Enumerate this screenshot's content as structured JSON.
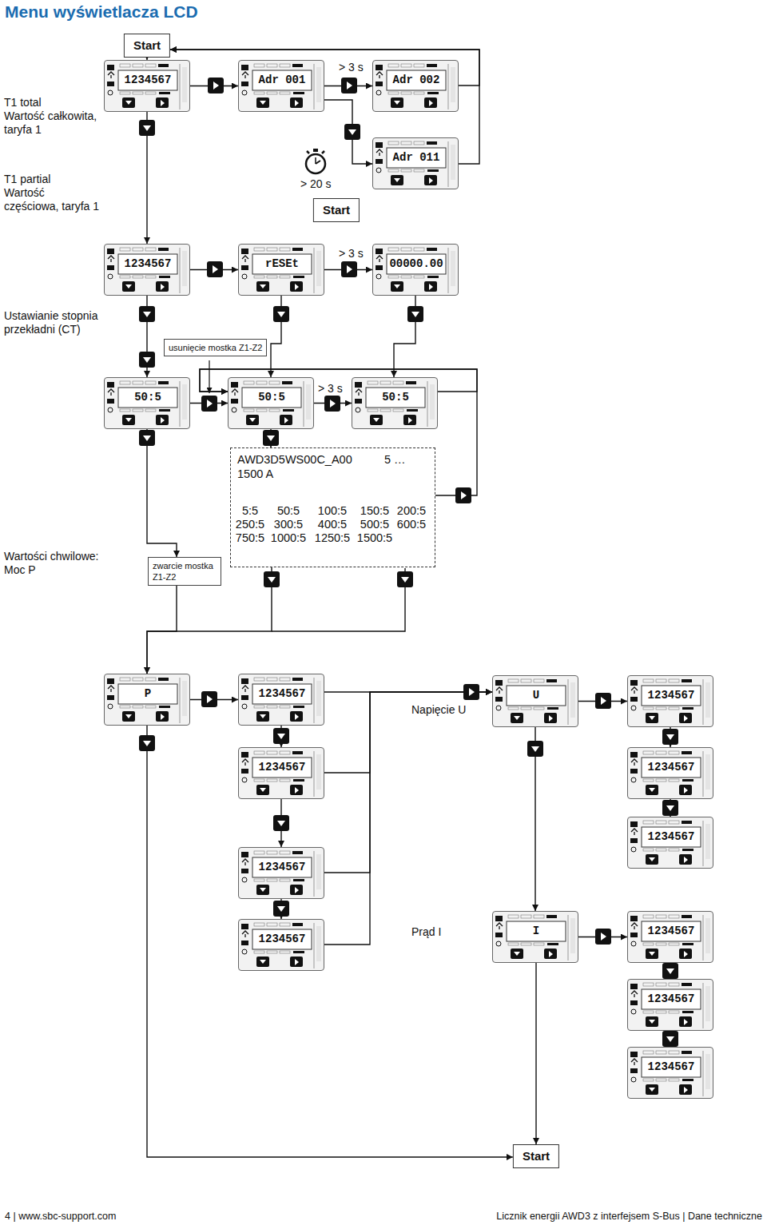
{
  "diagram": {
    "title": "Menu wyświetlacza LCD",
    "nodes": [
      {
        "text": [
          "Start"
        ]
      },
      {
        "text": [
          "1234567"
        ]
      },
      {
        "text": [
          "Adr 001"
        ]
      },
      {
        "text": [
          "Adr 002"
        ]
      },
      {
        "text": [
          "Adr 011"
        ]
      },
      {
        "text": [
          "Start"
        ]
      },
      {
        "text": [
          "1234567"
        ]
      },
      {
        "text": [
          "rESEt"
        ]
      },
      {
        "text": [
          "00000.00"
        ]
      },
      {
        "text": [
          "usunięcie mostka Z1-Z2"
        ]
      },
      {
        "text": [
          "50:5"
        ]
      },
      {
        "text": [
          "50:5"
        ]
      },
      {
        "text": [
          "50:5"
        ]
      },
      {
        "text": [
          "AWD3D5WS00C_A00",
          "5 …",
          "1500 A",
          "5:5",
          "50:5",
          "100:5",
          "150:5",
          "200:5",
          "250:5",
          "300:5",
          "400:5",
          "500:5",
          "600:5",
          "750:5",
          "1000:5",
          "1250:5",
          "1500:5"
        ]
      },
      {
        "text": [
          "zwarcie mostka Z1-Z2"
        ]
      },
      {
        "text": [
          "P"
        ]
      },
      {
        "text": [
          "1234567"
        ]
      },
      {
        "text": [
          "U"
        ]
      },
      {
        "text": [
          "1234567"
        ]
      },
      {
        "text": [
          "1234567"
        ]
      },
      {
        "text": [
          "1234567"
        ]
      },
      {
        "text": [
          "1234567"
        ]
      },
      {
        "text": [
          "1234567"
        ]
      },
      {
        "text": [
          "I"
        ]
      },
      {
        "text": [
          "1234567"
        ]
      },
      {
        "text": [
          "1234567"
        ]
      },
      {
        "text": [
          "1234567"
        ]
      },
      {
        "text": [
          "1234567"
        ]
      },
      {
        "text": [
          "Start"
        ]
      }
    ],
    "edges": [
      {
        "from": 0,
        "to": 1,
        "arrow": "to"
      },
      {
        "from": 1,
        "to": 2,
        "arrow": "to"
      },
      {
        "from": 2,
        "to": 3,
        "arrow": "to"
      },
      {
        "from": 2,
        "to": 4,
        "arrow": "to"
      },
      {
        "from": 3,
        "to": 0,
        "arrow": "to"
      },
      {
        "from": 4,
        "to": 0,
        "arrow": "to"
      },
      {
        "from": 1,
        "to": 6,
        "arrow": "to"
      },
      {
        "from": 6,
        "to": 7,
        "arrow": "to"
      },
      {
        "from": 7,
        "to": 8,
        "arrow": "to"
      },
      {
        "from": 6,
        "to": 10,
        "arrow": "to"
      },
      {
        "from": 7,
        "to": 11,
        "arrow": "to"
      },
      {
        "from": 8,
        "to": 12,
        "arrow": "to"
      },
      {
        "from": 10,
        "to": 11,
        "arrow": "to"
      },
      {
        "from": 11,
        "to": 12,
        "arrow": "to"
      },
      {
        "from": 12,
        "to": 11,
        "arrow": "to"
      },
      {
        "from": 11,
        "to": 13,
        "arrow": "to"
      },
      {
        "from": 13,
        "to": 11,
        "arrow": "to"
      },
      {
        "from": 10,
        "to": 14,
        "arrow": "to"
      },
      {
        "from": 14,
        "to": 15,
        "arrow": "to"
      },
      {
        "from": 13,
        "to": 15,
        "arrow": "to"
      },
      {
        "from": 15,
        "to": 16,
        "arrow": "to"
      },
      {
        "from": 16,
        "to": 19,
        "arrow": "to"
      },
      {
        "from": 19,
        "to": 22,
        "arrow": "to"
      },
      {
        "from": 22,
        "to": 25,
        "arrow": "to"
      },
      {
        "from": 16,
        "to": 17,
        "arrow": "to"
      },
      {
        "from": 19,
        "to": 17,
        "arrow": "to"
      },
      {
        "from": 22,
        "to": 17,
        "arrow": "to"
      },
      {
        "from": 25,
        "to": 17,
        "arrow": "to"
      },
      {
        "from": 15,
        "to": 28,
        "arrow": "to"
      },
      {
        "from": 17,
        "to": 18,
        "arrow": "to"
      },
      {
        "from": 18,
        "to": 20,
        "arrow": "to"
      },
      {
        "from": 20,
        "to": 21,
        "arrow": "to"
      },
      {
        "from": 17,
        "to": 23,
        "arrow": "to"
      },
      {
        "from": 23,
        "to": 24,
        "arrow": "to"
      },
      {
        "from": 24,
        "to": 26,
        "arrow": "to"
      },
      {
        "from": 26,
        "to": 27,
        "arrow": "to"
      },
      {
        "from": 23,
        "to": 28,
        "arrow": "to"
      }
    ],
    "labels": [
      "T1 total",
      "Wartość całkowita, taryfa 1",
      "T1 partial",
      "Wartość częściowa, taryfa 1",
      "Ustawianie stopnia przekładni (CT)",
      "Wartości chwilowe: Moc P",
      "Napięcie U",
      "Prąd I",
      "> 3 s",
      "> 20 s",
      "> 3 s",
      "> 3 s",
      "4 | www.sbc-support.com",
      "Licznik energii AWD3 z interfejsem S-Bus | Dane techniczne"
    ]
  }
}
